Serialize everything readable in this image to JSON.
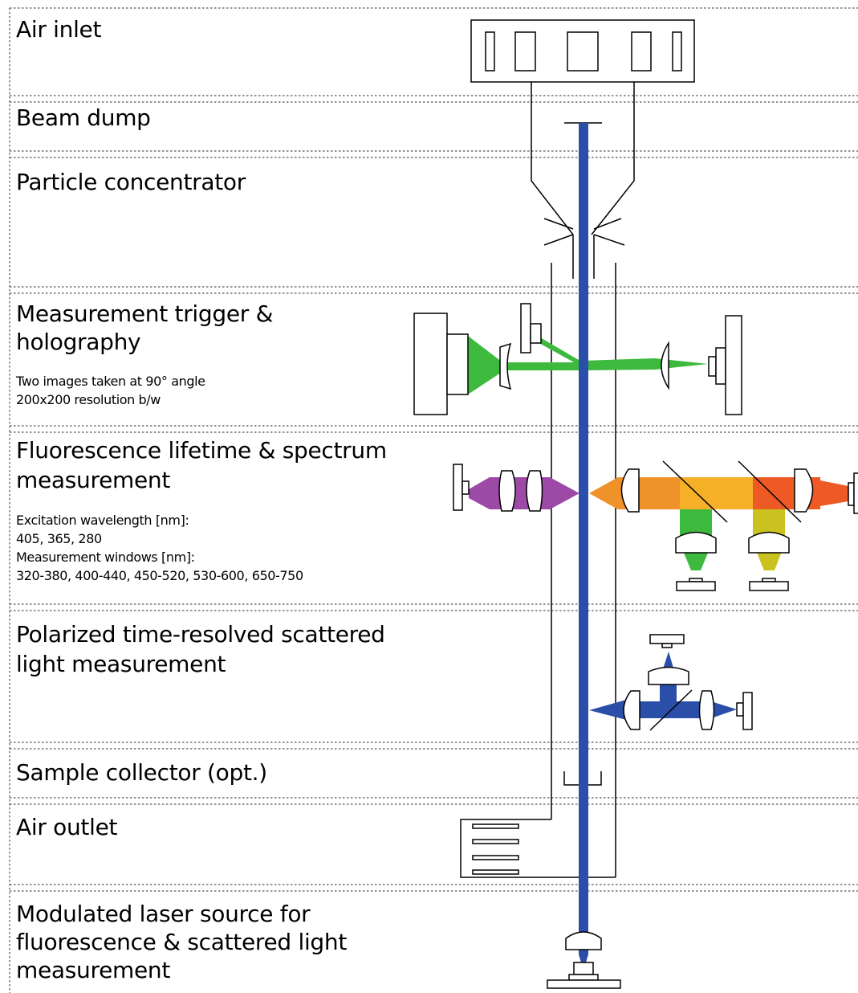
{
  "sections": [
    {
      "title": "Air inlet"
    },
    {
      "title": "Beam dump"
    },
    {
      "title": "Particle concentrator"
    },
    {
      "title_lines": [
        "Measurement trigger &",
        "holography"
      ],
      "note_lines": [
        "Two images taken at 90° angle",
        "200x200 resolution b/w"
      ]
    },
    {
      "title_lines": [
        "Fluorescence lifetime & spectrum",
        "measurement"
      ],
      "note_lines": [
        "Excitation wavelength [nm]:",
        "405, 365, 280",
        "Measurement windows [nm]:",
        "320-380, 400-440, 450-520, 530-600, 650-750"
      ]
    },
    {
      "title_lines": [
        "Polarized time-resolved scattered",
        "light measurement"
      ]
    },
    {
      "title": "Sample collector (opt.)"
    },
    {
      "title": "Air outlet"
    },
    {
      "title_lines": [
        "Modulated laser source for",
        "fluorescence & scattered light",
        "measurement"
      ]
    }
  ],
  "colors": {
    "laser_blue": "#2b4fa8",
    "trigger_green": "#3dba3d",
    "excitation_purple": "#9c4aa6",
    "orange": "#f0922a",
    "light_orange": "#f6b027",
    "red_orange": "#ee5a25",
    "spectrum_green": "#3dba3d",
    "olive": "#c9c21f",
    "outline": "#000000",
    "divider": "#555555"
  }
}
